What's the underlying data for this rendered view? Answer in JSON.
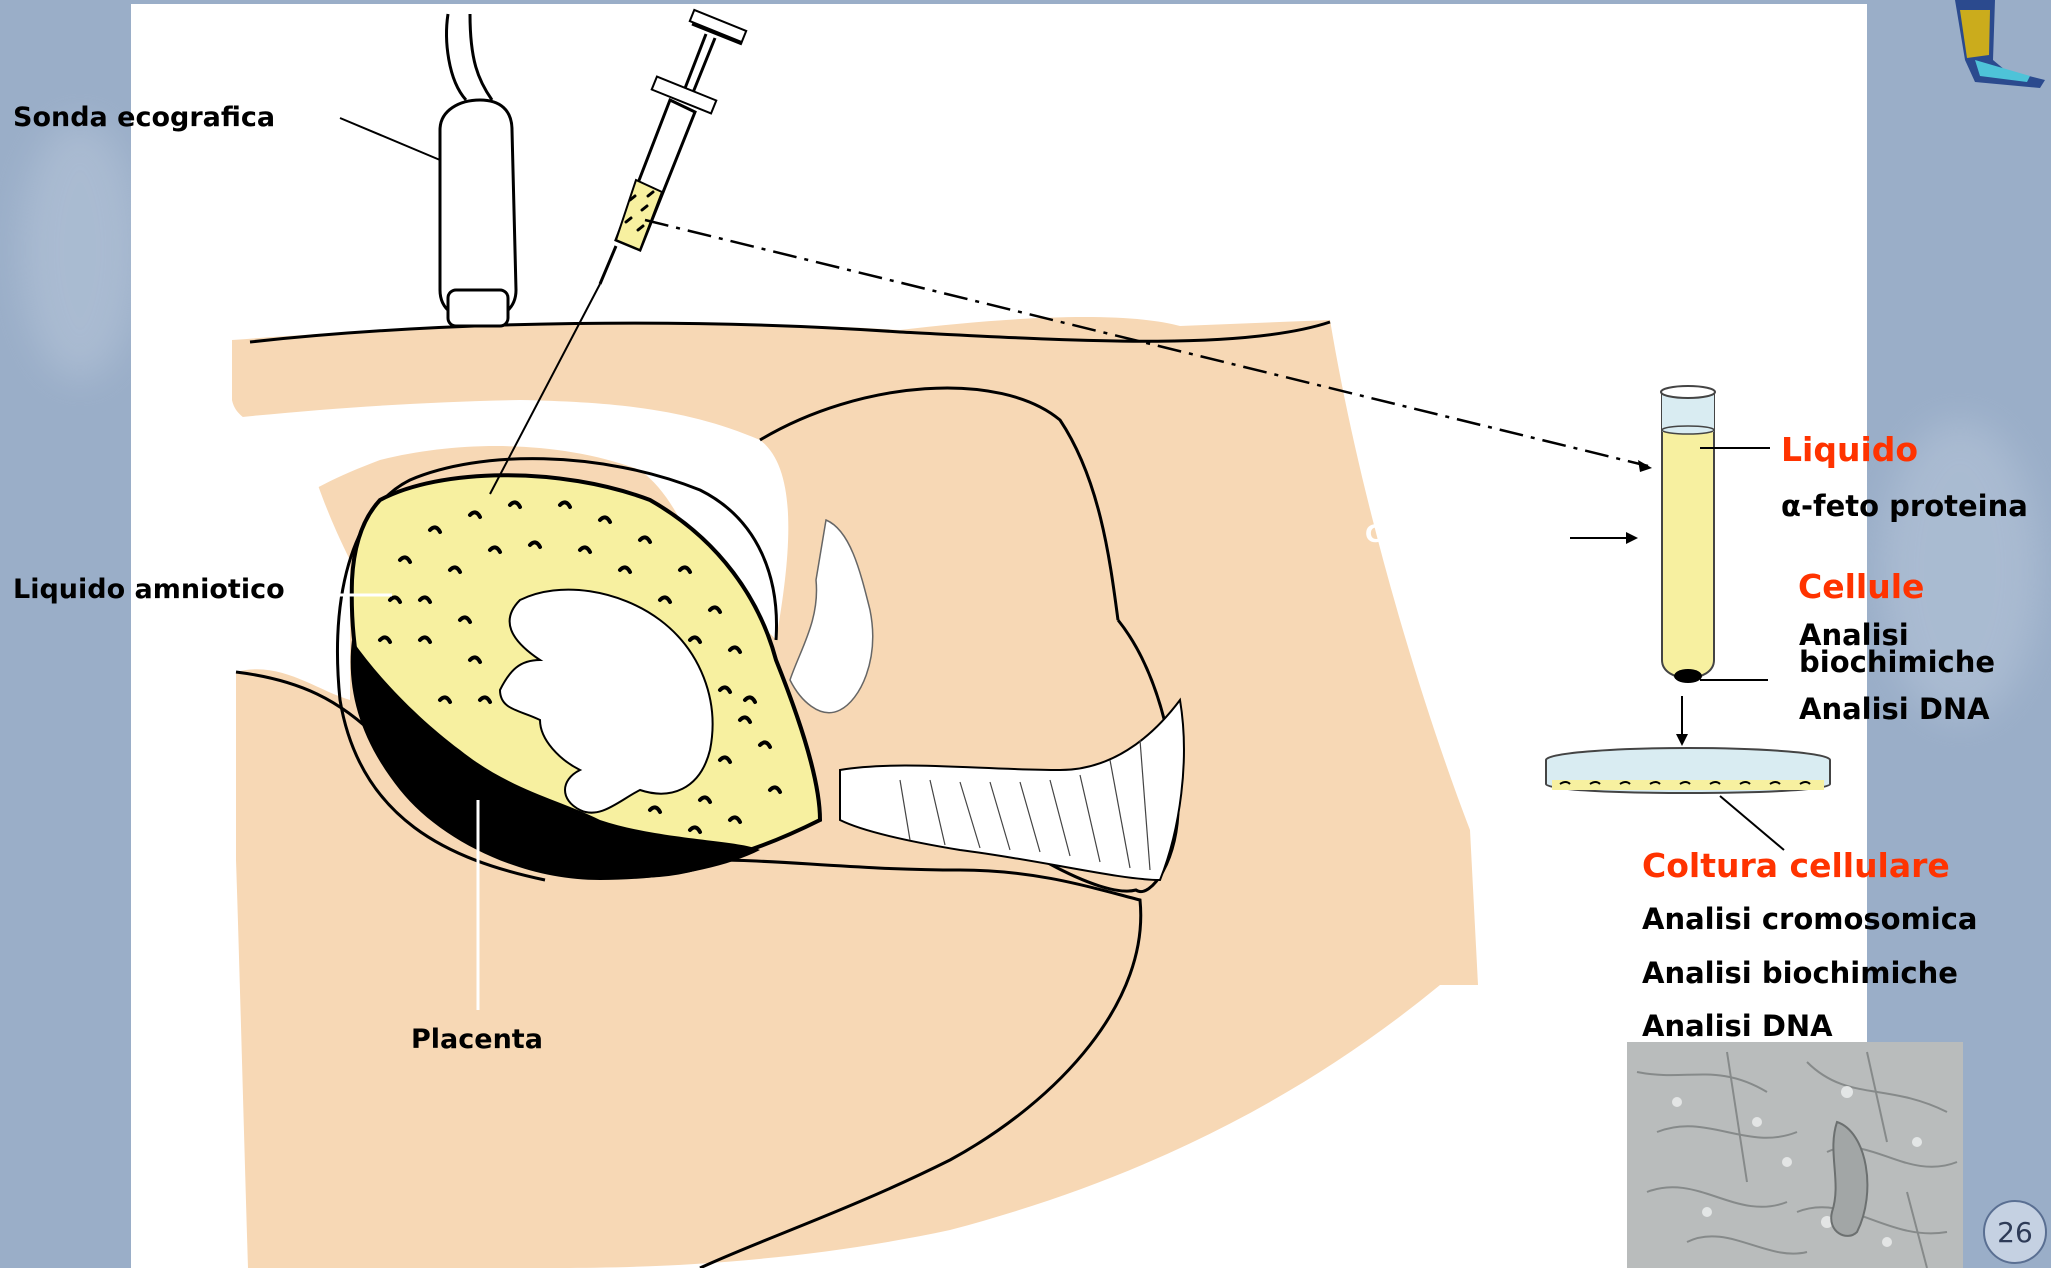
{
  "labels": {
    "probe": "Sonda ecografica",
    "amniotic_fluid": "Liquido amniotico",
    "placenta": "Placenta",
    "liquid_title": "Liquido",
    "alpha_prefix": "α",
    "alpha_rest": "-feto proteina",
    "cells_title": "Cellule",
    "cells_analysis_1": "Analisi",
    "cells_analysis_2": "biochimiche",
    "cells_dna": "Analisi DNA",
    "culture_title": "Coltura cellulare",
    "culture_chromosomal": "Analisi cromosomica",
    "culture_biochem": "Analisi biochimiche",
    "culture_dna": "Analisi DNA",
    "hidden_label": "Ce"
  },
  "page": {
    "number": "26"
  },
  "colors": {
    "accent_red": "#ff3300",
    "skin": "#f7d8b5",
    "fluid": "#f7f0a0",
    "background": "#9aaec8"
  }
}
